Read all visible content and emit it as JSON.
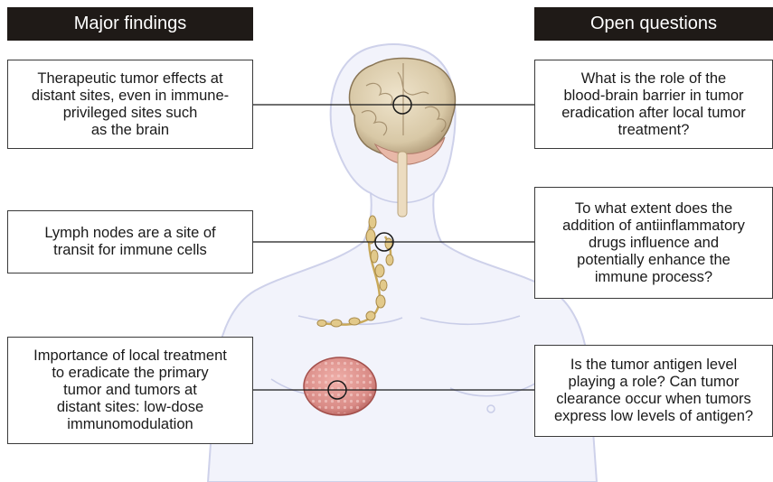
{
  "headers": {
    "left": "Major findings",
    "right": "Open questions"
  },
  "findings": [
    {
      "text": "Therapeutic tumor effects at\ndistant sites, even in immune-\nprivileged sites such\nas the brain"
    },
    {
      "text": "Lymph nodes are a site of\ntransit for immune cells"
    },
    {
      "text": "Importance of local treatment\nto eradicate the primary\ntumor and tumors at\ndistant sites: low-dose\nimmunomodulation"
    }
  ],
  "questions": [
    {
      "text": "What is the role of the\nblood-brain barrier in tumor\neradication after local tumor\ntreatment?"
    },
    {
      "text": "To what extent does the\naddition of antiinflammatory\ndrugs influence and\npotentially enhance the\nimmune process?"
    },
    {
      "text": "Is the tumor antigen level\nplaying a role? Can tumor\nclearance occur when tumors\nexpress low levels of antigen?"
    }
  ],
  "colors": {
    "header_bg": "#1f1a17",
    "body_outline": "#c9cde8",
    "brain": "#d8c8a6",
    "brainstem": "#e8b8a8",
    "lymph": "#e2c98a",
    "tumor": "#d98b86",
    "connector": "#1a1a1a"
  },
  "icons": [
    "human-silhouette",
    "brain",
    "lymph-chain",
    "tumor-mass"
  ]
}
